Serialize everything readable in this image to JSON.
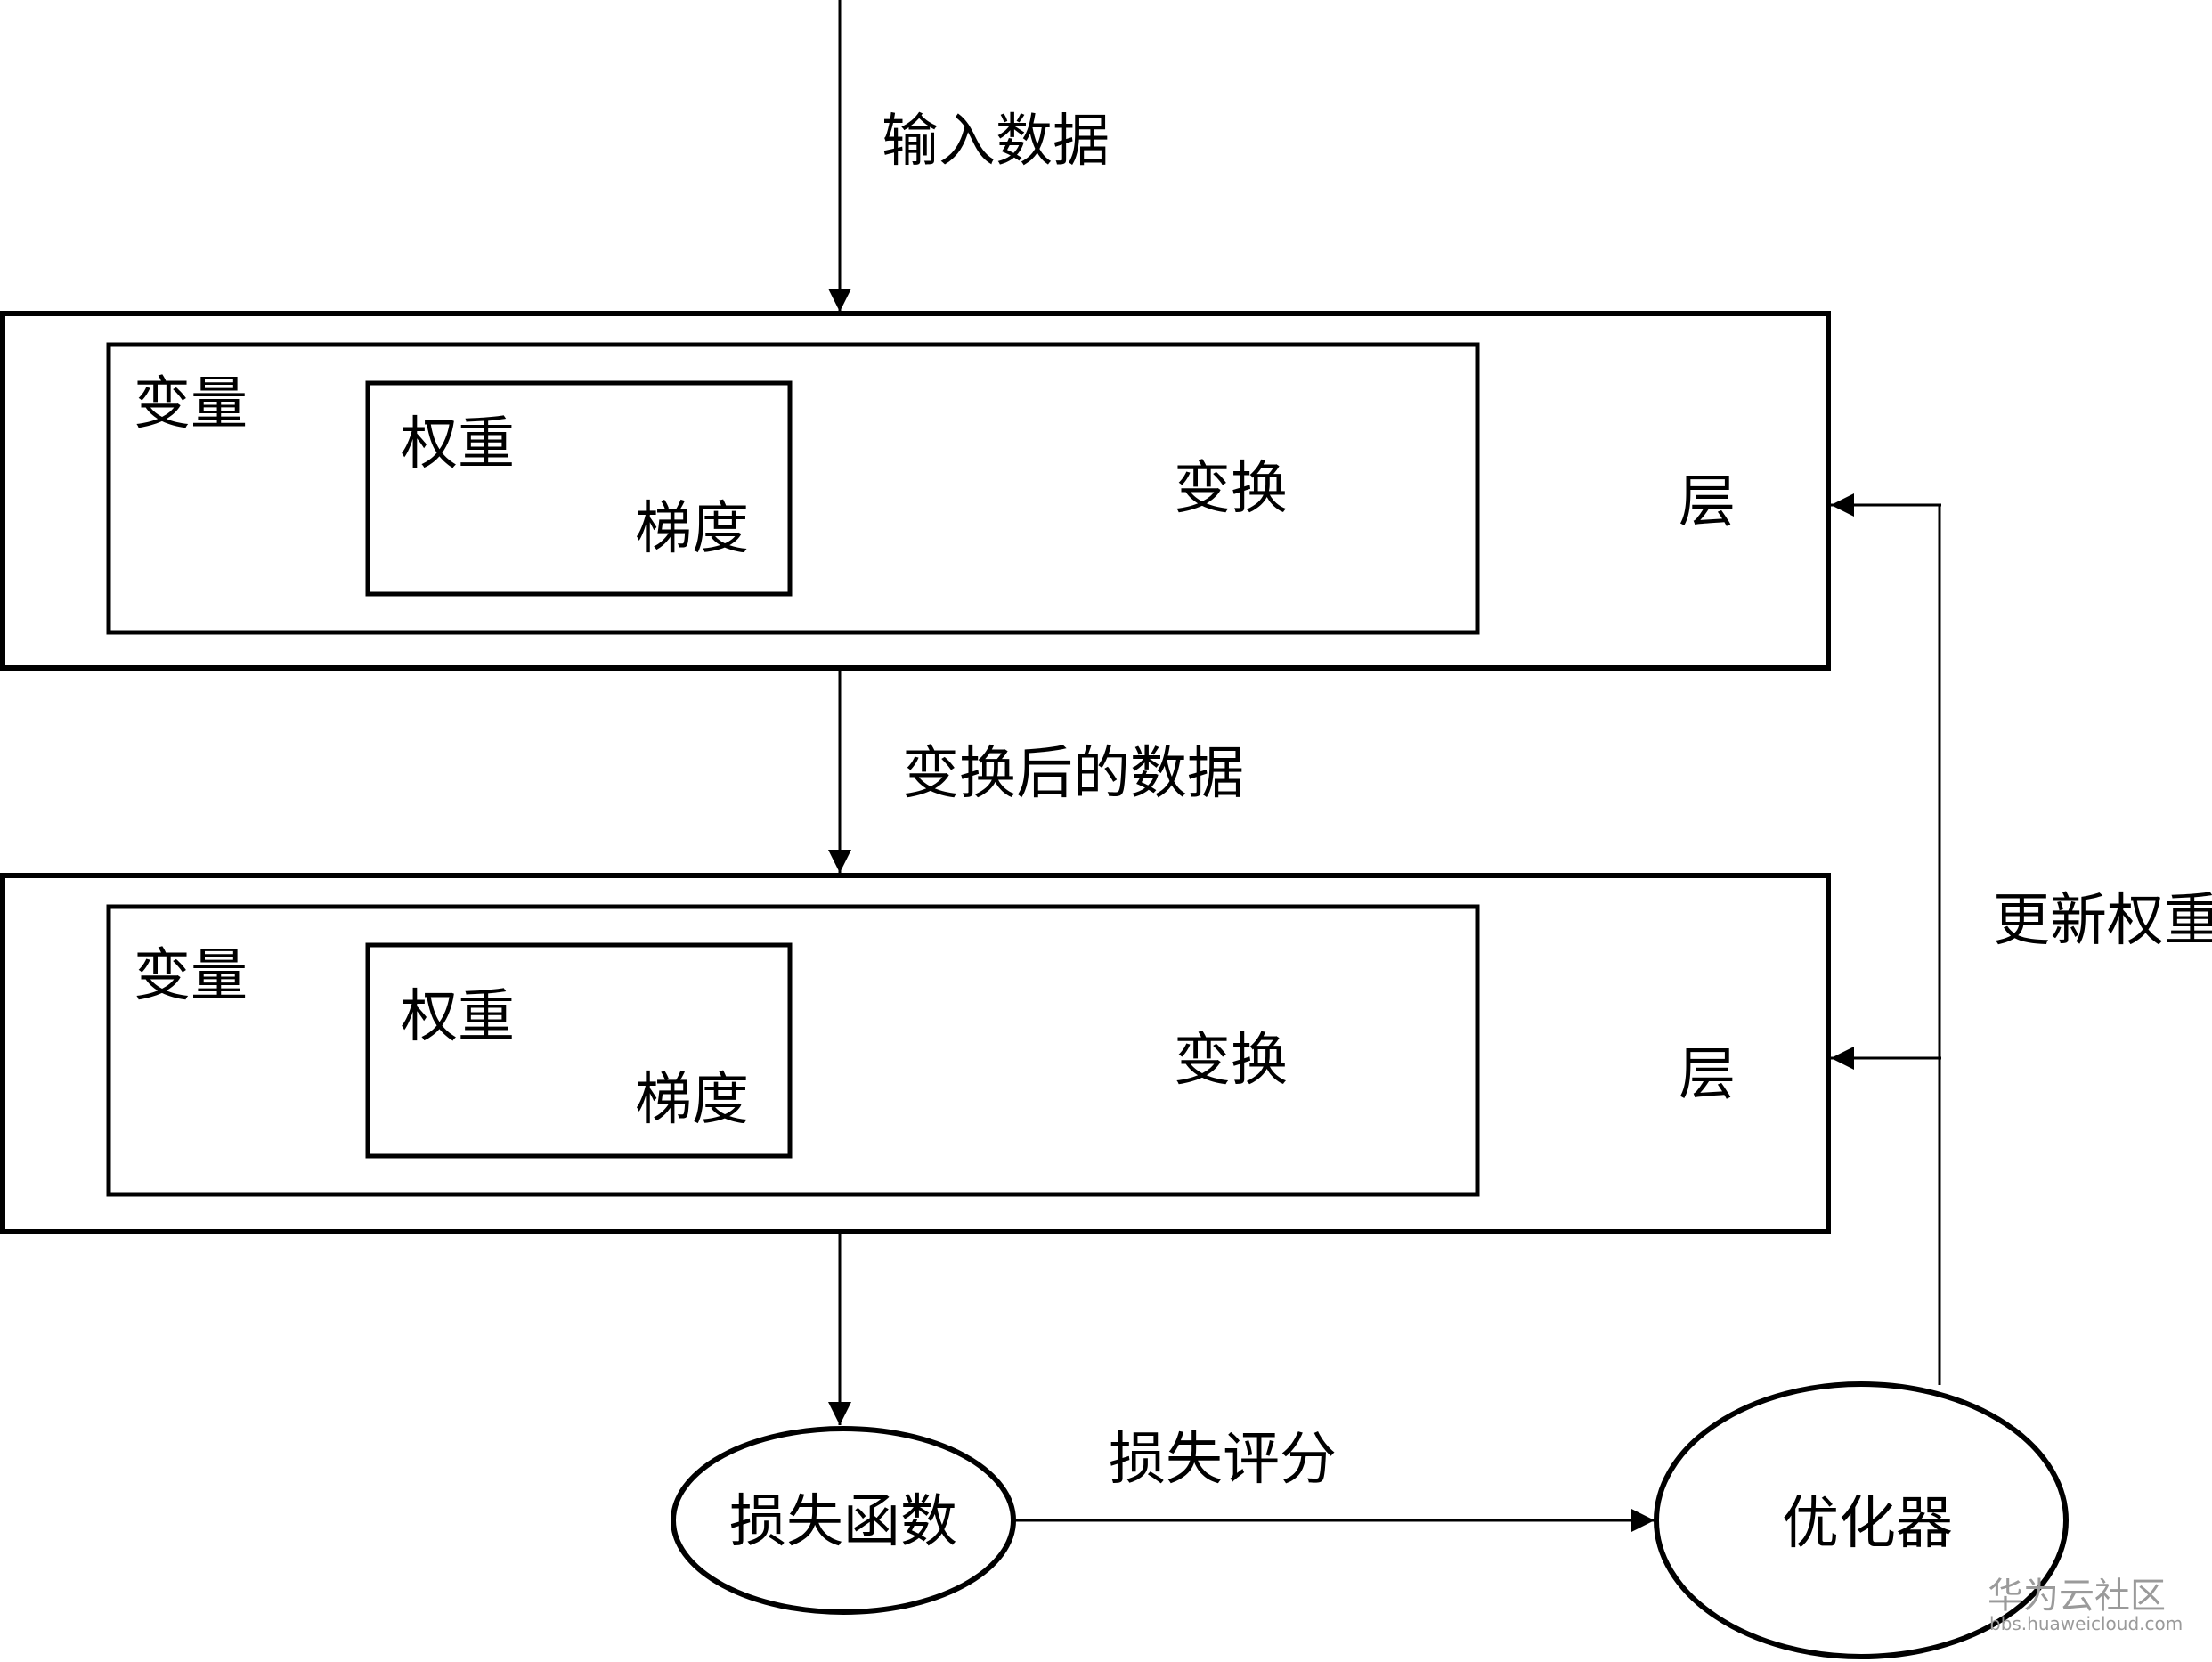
{
  "input_label": "输入数据",
  "between_label": "变换后的数据",
  "update_label": "更新权重",
  "score_label": "损失评分",
  "layer1": {
    "layer": "层",
    "variable": "变量",
    "transform": "变换",
    "weights": "权重",
    "gradient": "梯度"
  },
  "layer2": {
    "layer": "层",
    "variable": "变量",
    "transform": "变换",
    "weights": "权重",
    "gradient": "梯度"
  },
  "loss_node": "损失函数",
  "optimizer_node": "优化器",
  "watermark": {
    "title": "华为云社区",
    "url": "bbs.huaweicloud.com"
  }
}
